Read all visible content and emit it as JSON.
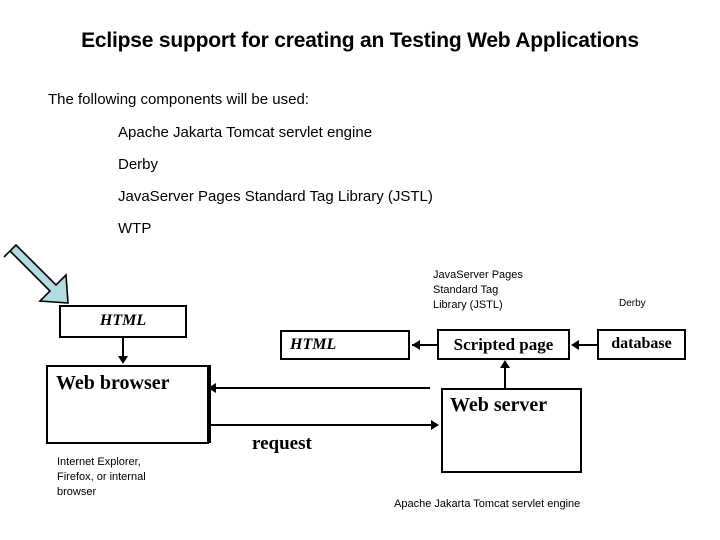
{
  "slide": {
    "title": "Eclipse support for creating an Testing Web Applications",
    "intro": "The following components will be used:",
    "components": [
      "Apache Jakarta Tomcat servlet engine",
      "Derby",
      "JavaServer Pages Standard Tag Library (JSTL)",
      "WTP"
    ]
  },
  "diagram": {
    "boxes": {
      "html_client": "HTML",
      "html_response": "HTML",
      "web_browser": "Web browser",
      "scripted_page": "Scripted page",
      "database": "database",
      "web_server": "Web server"
    },
    "labels": {
      "request": "request",
      "jstl": "JavaServer Pages\nStandard Tag\nLibrary (JSTL)",
      "derby": "Derby",
      "browser_caption": "Internet Explorer,\nFirefox, or internal\nbrowser",
      "tomcat_caption": "Apache Jakarta Tomcat servlet engine"
    },
    "pointer_icon": "down-right-block-arrow",
    "colors": {
      "pointer_fill": "#B2DCE2",
      "pointer_stroke": "#000000",
      "line": "#000000",
      "text": "#000000",
      "background": "#FFFFFF"
    }
  }
}
